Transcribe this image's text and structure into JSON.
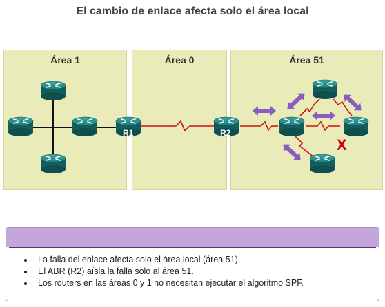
{
  "title": "El cambio de enlace afecta solo el área local",
  "areas": [
    {
      "label": "Área 1"
    },
    {
      "label": "Área 0"
    },
    {
      "label": "Área 51"
    }
  ],
  "routers": {
    "r1_label": "R1",
    "r2_label": "R2"
  },
  "failure_mark": "X",
  "colors": {
    "area_fill": "#e9ecb8",
    "serial_link": "#cc1111",
    "arrow": "#8a5cc0",
    "router": "#1f7d7b",
    "note_band": "#c4a6da"
  },
  "notes": [
    "La falla del enlace afecta solo el área local (área 51).",
    "El ABR (R2) aísla la falla solo al área 51.",
    "Los routers en las áreas 0 y 1 no necesitan ejecutar el algoritmo SPF."
  ]
}
